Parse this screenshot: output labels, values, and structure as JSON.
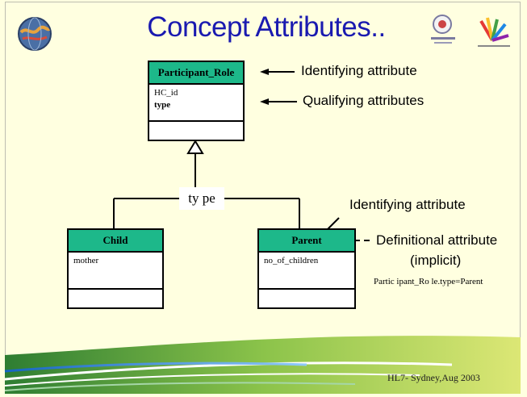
{
  "slide": {
    "title": "Concept Attributes..",
    "footer": "HL7- Sydney,Aug 2003"
  },
  "classes": {
    "participant_role": {
      "name": "Participant_Role",
      "attributes": [
        "HC_id",
        "type"
      ]
    },
    "child": {
      "name": "Child",
      "attributes": [
        "mother"
      ]
    },
    "parent": {
      "name": "Parent",
      "attributes": [
        "no_of_children"
      ]
    }
  },
  "generalization_label": "ty pe",
  "annotations": {
    "identifying_top": "Identifying attribute",
    "qualifying": "Qualifying attributes",
    "identifying_parent": "Identifying attribute",
    "definitional_line1": "Definitional attribute",
    "definitional_line2": "(implicit)",
    "constraint": "Partic ipant_Ro le.type=Parent"
  },
  "colors": {
    "title": "#1a1ab0",
    "class_header": "#1db88a",
    "background": "#ffffe0"
  },
  "icons": {
    "left_logo": "globe-logo-icon",
    "right_logo_1": "seal-logo-icon",
    "right_logo_2": "starburst-logo-icon"
  }
}
